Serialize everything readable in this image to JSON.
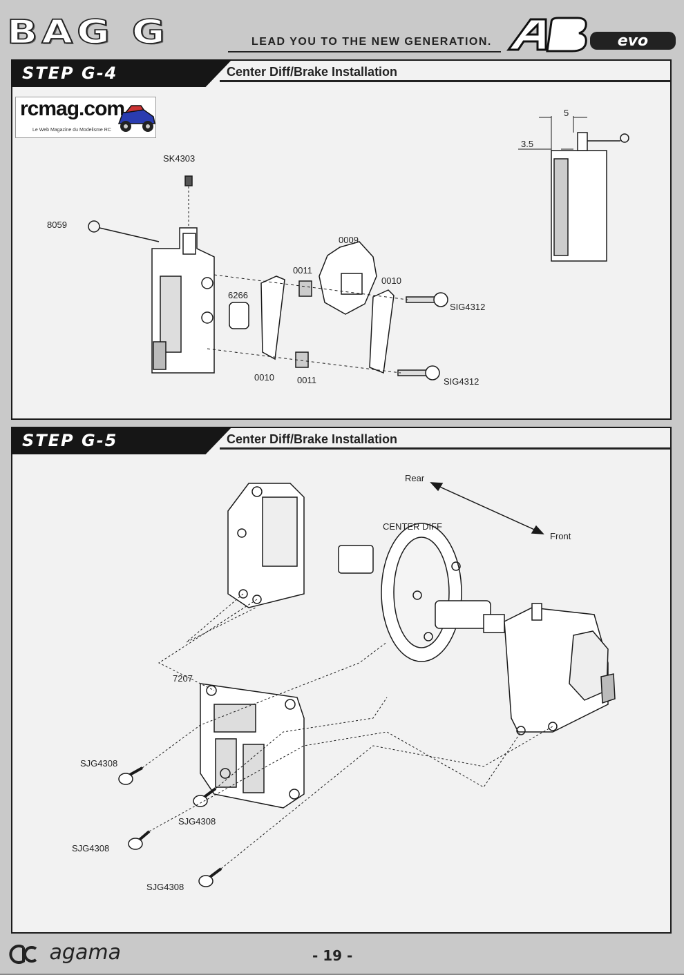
{
  "header": {
    "bag_title": "BAG G",
    "tagline": "LEAD YOU TO THE NEW GENERATION.",
    "model_logo_icon": "a8-evo-logo",
    "model_logo_text": "A8evo"
  },
  "watermark": {
    "site": "rcmag.com",
    "subtitle": "Le Web Magazine du Modelisme RC"
  },
  "step_g4": {
    "label": "STEP G-4",
    "title": "Center Diff/Brake Installation",
    "parts": {
      "sk4303": "SK4303",
      "p8059": "8059",
      "p0009": "0009",
      "p0011_top": "0011",
      "p0010_right": "0010",
      "p6266": "6266",
      "sig4312_top": "SIG4312",
      "p0010_left": "0010",
      "p0011_bottom": "0011",
      "sig4312_bottom": "SIG4312"
    },
    "dimensions": {
      "d5": "5",
      "d35": "3.5"
    }
  },
  "step_g5": {
    "label": "STEP G-5",
    "title": "Center Diff/Brake Installation",
    "directions": {
      "rear": "Rear",
      "front": "Front"
    },
    "parts": {
      "center_diff": "CENTER DIFF",
      "p7207": "7207",
      "sjg4308_a": "SJG4308",
      "sjg4308_b": "SJG4308",
      "sjg4308_c": "SJG4308",
      "sjg4308_d": "SJG4308"
    }
  },
  "footer": {
    "brand": "agama",
    "brand_icon": "agama-logo",
    "page_number": "- 19 -"
  }
}
